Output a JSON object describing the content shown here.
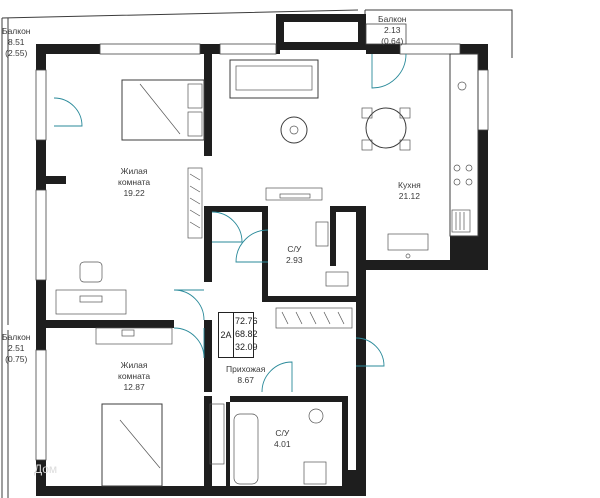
{
  "rooms": {
    "living1": {
      "name_line1": "Жилая",
      "name_line2": "комната",
      "area": "19.22"
    },
    "living2": {
      "name_line1": "Жилая",
      "name_line2": "комната",
      "area": "12.87"
    },
    "kitchen": {
      "name": "Кухня",
      "area": "21.12"
    },
    "bath1": {
      "name": "С/У",
      "area": "2.93"
    },
    "bath2": {
      "name": "С/У",
      "area": "4.01"
    },
    "hall": {
      "name": "Прихожая",
      "area": "8.67"
    }
  },
  "balconies": {
    "west_top": {
      "name": "Балкон",
      "area": "8.51",
      "area_reduced": "(2.55)"
    },
    "north": {
      "name": "Балкон",
      "area": "2.13",
      "area_reduced": "(0.64)"
    },
    "west_bottom": {
      "name": "Балкон",
      "area": "2.51",
      "area_reduced": "(0.75)"
    }
  },
  "summary": {
    "type": "2А",
    "total": "72.76",
    "living": "68.82",
    "other": "32.09"
  },
  "watermark": "Дом",
  "colors": {
    "wall": "#1e1e1e",
    "line": "#3c3c3c",
    "door_arc": "#2a8a9a",
    "text": "#3a3a3a"
  }
}
